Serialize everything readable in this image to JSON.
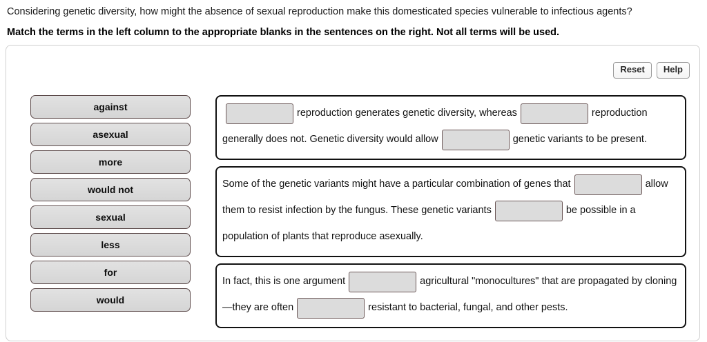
{
  "question": {
    "prompt": "Considering genetic diversity, how might the absence of sexual reproduction make this domesticated species vulnerable to infectious agents?",
    "instruction": "Match the terms in the left column to the appropriate blanks in the sentences on the right. Not all terms will be used."
  },
  "toolbar": {
    "reset_label": "Reset",
    "help_label": "Help"
  },
  "terms": [
    {
      "label": "against"
    },
    {
      "label": "asexual"
    },
    {
      "label": "more"
    },
    {
      "label": "would not"
    },
    {
      "label": "sexual"
    },
    {
      "label": "less"
    },
    {
      "label": "for"
    },
    {
      "label": "would"
    }
  ],
  "sentences": [
    {
      "id": "sentence-box-1",
      "lines": [
        [
          {
            "type": "blank",
            "value": ""
          },
          {
            "type": "text",
            "value": "reproduction generates genetic diversity, whereas"
          },
          {
            "type": "blank",
            "value": ""
          },
          {
            "type": "text",
            "value": "reproduction"
          }
        ],
        [
          {
            "type": "text",
            "value": "generally does not. Genetic diversity would allow"
          },
          {
            "type": "blank",
            "value": ""
          },
          {
            "type": "text",
            "value": "genetic variants to be present."
          }
        ]
      ]
    },
    {
      "id": "sentence-box-2",
      "lines": [
        [
          {
            "type": "text",
            "value": "Some of the genetic variants might have a particular combination of genes that"
          },
          {
            "type": "blank",
            "value": ""
          },
          {
            "type": "text",
            "value": "allow"
          }
        ],
        [
          {
            "type": "text",
            "value": "them to resist infection by the fungus. These genetic variants"
          },
          {
            "type": "blank",
            "value": ""
          },
          {
            "type": "text",
            "value": "be possible in a"
          }
        ],
        [
          {
            "type": "text",
            "value": "population of plants that reproduce asexually."
          }
        ]
      ]
    },
    {
      "id": "sentence-box-3",
      "lines": [
        [
          {
            "type": "text",
            "value": "In fact, this is one argument"
          },
          {
            "type": "blank",
            "value": ""
          },
          {
            "type": "text",
            "value": "agricultural \"monocultures\" that are propagated by cloning"
          }
        ],
        [
          {
            "type": "text",
            "value": "—they are often"
          },
          {
            "type": "blank",
            "value": ""
          },
          {
            "type": "text",
            "value": "resistant to bacterial, fungal, and other pests."
          }
        ]
      ]
    }
  ],
  "colors": {
    "tile_border": "#5c4a4a",
    "tile_fill": "#dcdcdc",
    "blank_border": "#6b5757",
    "blank_fill": "#dcdcdc",
    "sentence_border": "#111111",
    "panel_border": "#cfcfcf"
  }
}
